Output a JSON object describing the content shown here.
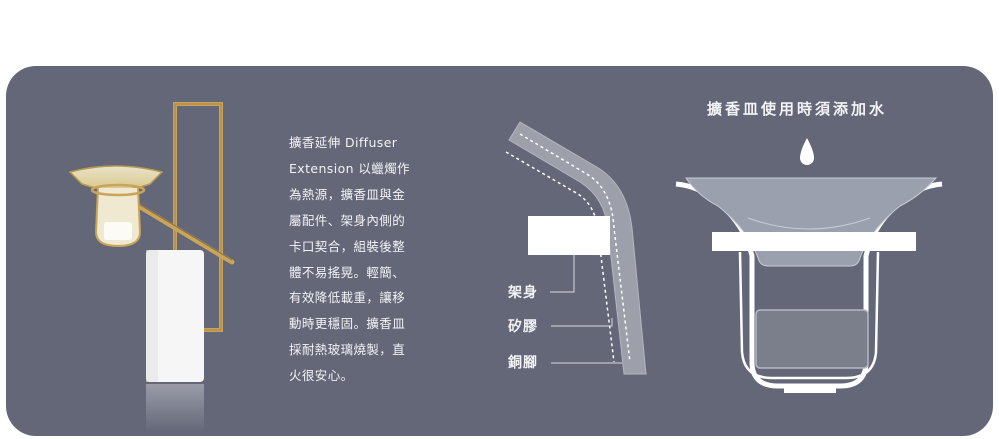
{
  "description": {
    "lines": [
      "擴香延伸 Diffuser",
      "Extension 以蠟燭作",
      "為熱源，擴香皿與金",
      "屬配件、架身內側的",
      "卡口契合，組裝後整",
      "體不易搖晃。輕簡、",
      "有效降低載重，讓移",
      "動時更穩固。擴香皿",
      "採耐熱玻璃燒製，直",
      "火很安心。"
    ]
  },
  "parts_diagram": {
    "labels": [
      "架身",
      "矽膠",
      "銅腳"
    ]
  },
  "dish_diagram": {
    "title": "擴香皿使用時須添加水"
  },
  "colors": {
    "panel_bg": "#636778",
    "text": "#f3f3f5",
    "gold": "#c9a45a",
    "white": "#ffffff"
  }
}
